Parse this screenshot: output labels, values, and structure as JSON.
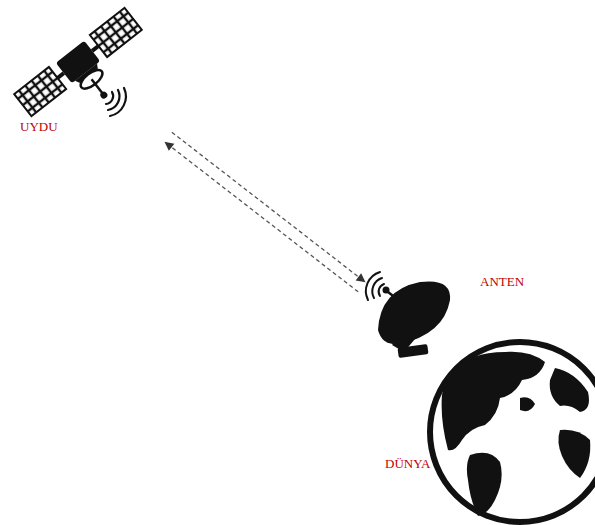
{
  "diagram": {
    "nodes": [
      {
        "text": [
          "UYDU"
        ]
      },
      {
        "text": [
          "ANTEN"
        ]
      },
      {
        "text": [
          "DÜNYA"
        ]
      }
    ],
    "edges": [
      {
        "from": 0,
        "to": 1,
        "arrow": "to"
      },
      {
        "from": 1,
        "to": 0,
        "arrow": "to"
      }
    ]
  }
}
